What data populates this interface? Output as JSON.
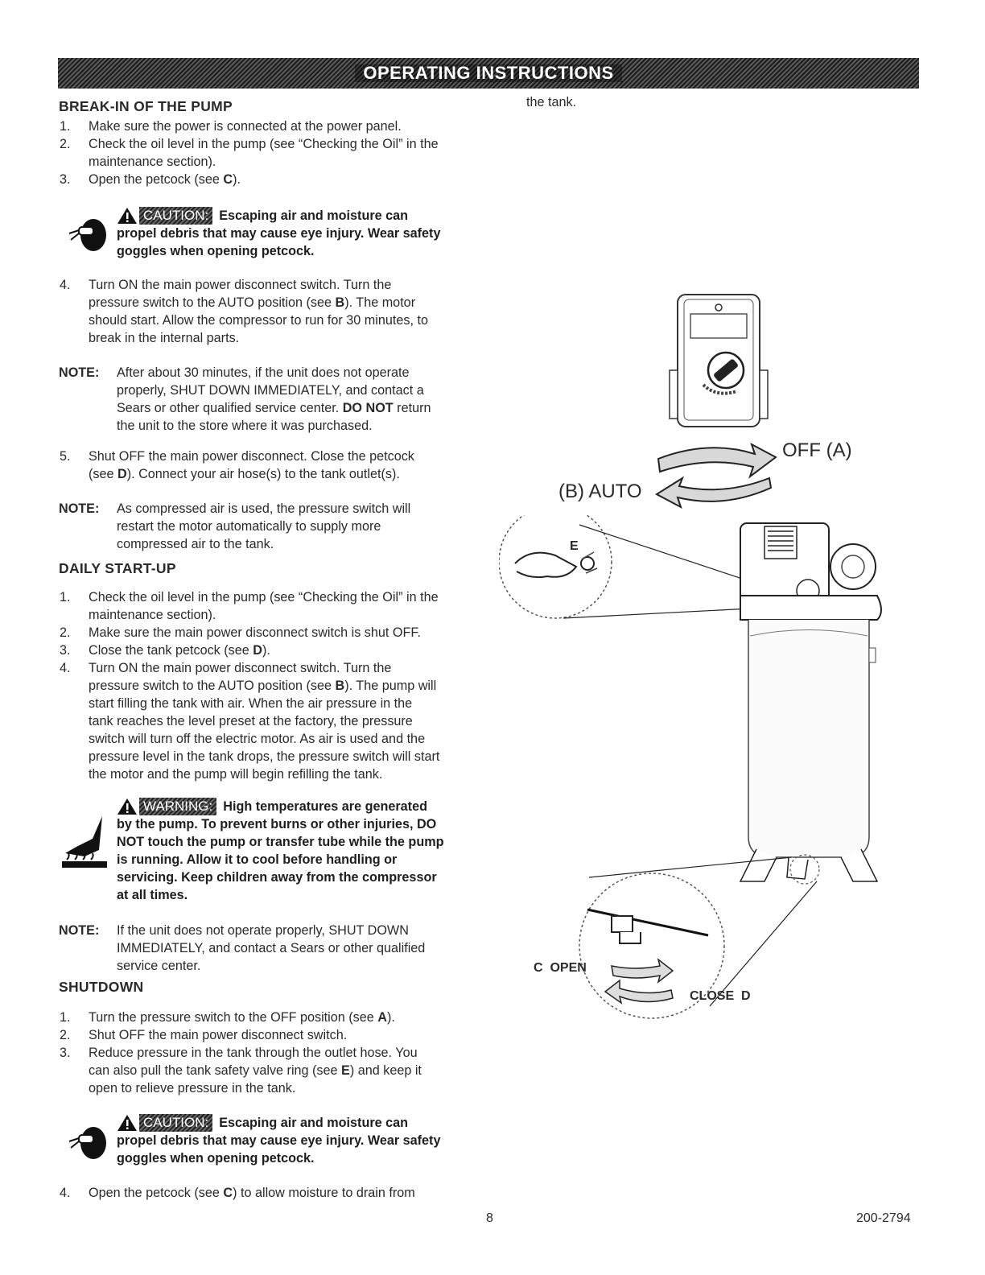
{
  "banner": {
    "title": "OPERATING INSTRUCTIONS"
  },
  "break_in": {
    "heading": "BREAK-IN OF THE PUMP",
    "steps": [
      {
        "num": "1.",
        "text": "Make sure the power is connected at the power panel."
      },
      {
        "num": "2.",
        "line1": "Check the oil level in the pump (see “Checking the Oil” in the",
        "line2": "maintenance section)."
      },
      {
        "num": "3.",
        "pre": "Open the petcock (see ",
        "ref": "C",
        "post": ")."
      }
    ],
    "caution1": {
      "label": "CAUTION:",
      "line1": "Escaping air and moisture can",
      "line2": "propel debris that may cause eye injury. Wear safety",
      "line3": "goggles when opening petcock."
    },
    "step4": {
      "num": "4.",
      "line1": "Turn ON the main power disconnect switch. Turn the",
      "line2_pre": "pressure switch to the AUTO position (see ",
      "line2_ref": "B",
      "line2_post": "). The motor",
      "line3": "should start. Allow the compressor to run for 30 minutes, to",
      "line4": "break in the internal parts."
    },
    "note1": {
      "label": "NOTE:",
      "line1": "After about 30 minutes, if the unit does not operate",
      "line2": "properly, SHUT DOWN IMMEDIATELY, and contact a",
      "line3_pre": "Sears or other qualified service center. ",
      "line3_bold": "DO NOT",
      "line3_post": " return",
      "line4": "the unit to the store where it was purchased."
    },
    "step5": {
      "num": "5.",
      "line1": "Shut OFF the main power disconnect. Close the petcock",
      "line2_pre": "(see ",
      "line2_ref": "D",
      "line2_post": "). Connect your air hose(s) to the tank outlet(s)."
    },
    "note2": {
      "label": "NOTE:",
      "line1": "As compressed air is used, the pressure switch will",
      "line2": "restart the motor automatically to supply more",
      "line3": "compressed air to the tank."
    }
  },
  "daily": {
    "heading": "DAILY START-UP",
    "step1": {
      "num": "1.",
      "line1": "Check the oil level in the pump (see “Checking the Oil” in the",
      "line2": "maintenance section)."
    },
    "step2": {
      "num": "2.",
      "text": "Make sure the main power disconnect switch is shut OFF."
    },
    "step3": {
      "num": "3.",
      "pre": "Close the tank petcock (see ",
      "ref": "D",
      "post": ")."
    },
    "step4": {
      "num": "4.",
      "line1": "Turn ON the main power disconnect switch. Turn the",
      "line2_pre": "pressure switch to the AUTO position (see ",
      "line2_ref": "B",
      "line2_post": "). The pump will",
      "line3": "start filling the tank with air. When the air pressure in the",
      "line4": "tank reaches the level preset at the factory, the pressure",
      "line5": "switch will turn off the electric motor. As air is used and the",
      "line6": "pressure level in the tank drops, the pressure switch will start",
      "line7": "the motor and the pump will begin refilling the tank."
    },
    "warning": {
      "label": "WARNING:",
      "line1": "High temperatures are generated",
      "line2": "by the pump. To prevent burns or other injuries, DO",
      "line3": "NOT touch the pump or transfer tube while the pump",
      "line4": "is running. Allow it to cool before handling or",
      "line5": "servicing. Keep children away from the compressor",
      "line6": "at all times."
    },
    "note3": {
      "label": "NOTE:",
      "line1": "If the unit does not operate properly, SHUT DOWN",
      "line2": "IMMEDIATELY, and contact a Sears or other qualified",
      "line3": "service center."
    }
  },
  "shutdown": {
    "heading": "SHUTDOWN",
    "step1": {
      "num": "1.",
      "pre": "Turn the pressure switch to the OFF position (see ",
      "ref": "A",
      "post": ")."
    },
    "step2": {
      "num": "2.",
      "text": "Shut OFF the main power disconnect switch."
    },
    "step3": {
      "num": "3.",
      "line1": "Reduce pressure in the tank through the outlet hose. You",
      "line2_pre": "can also pull the tank safety valve ring (see ",
      "line2_ref": "E",
      "line2_post": ") and keep it",
      "line3": "open to relieve pressure in the tank."
    },
    "caution2": {
      "label": "CAUTION:",
      "line1": "Escaping air and moisture can",
      "line2": "propel debris that may cause eye injury. Wear safety",
      "line3": "goggles when opening petcock."
    },
    "step4": {
      "num": "4.",
      "pre": "Open the petcock (see ",
      "ref": "C",
      "post": ") to allow moisture to drain from"
    },
    "continued": "the tank."
  },
  "diagram": {
    "off_label": "OFF (A)",
    "auto_label": "(B) AUTO",
    "e_label": "E",
    "open_label": "C  OPEN",
    "close_label": "CLOSE  D"
  },
  "footer": {
    "page": "8",
    "doc_number": "200-2794"
  }
}
